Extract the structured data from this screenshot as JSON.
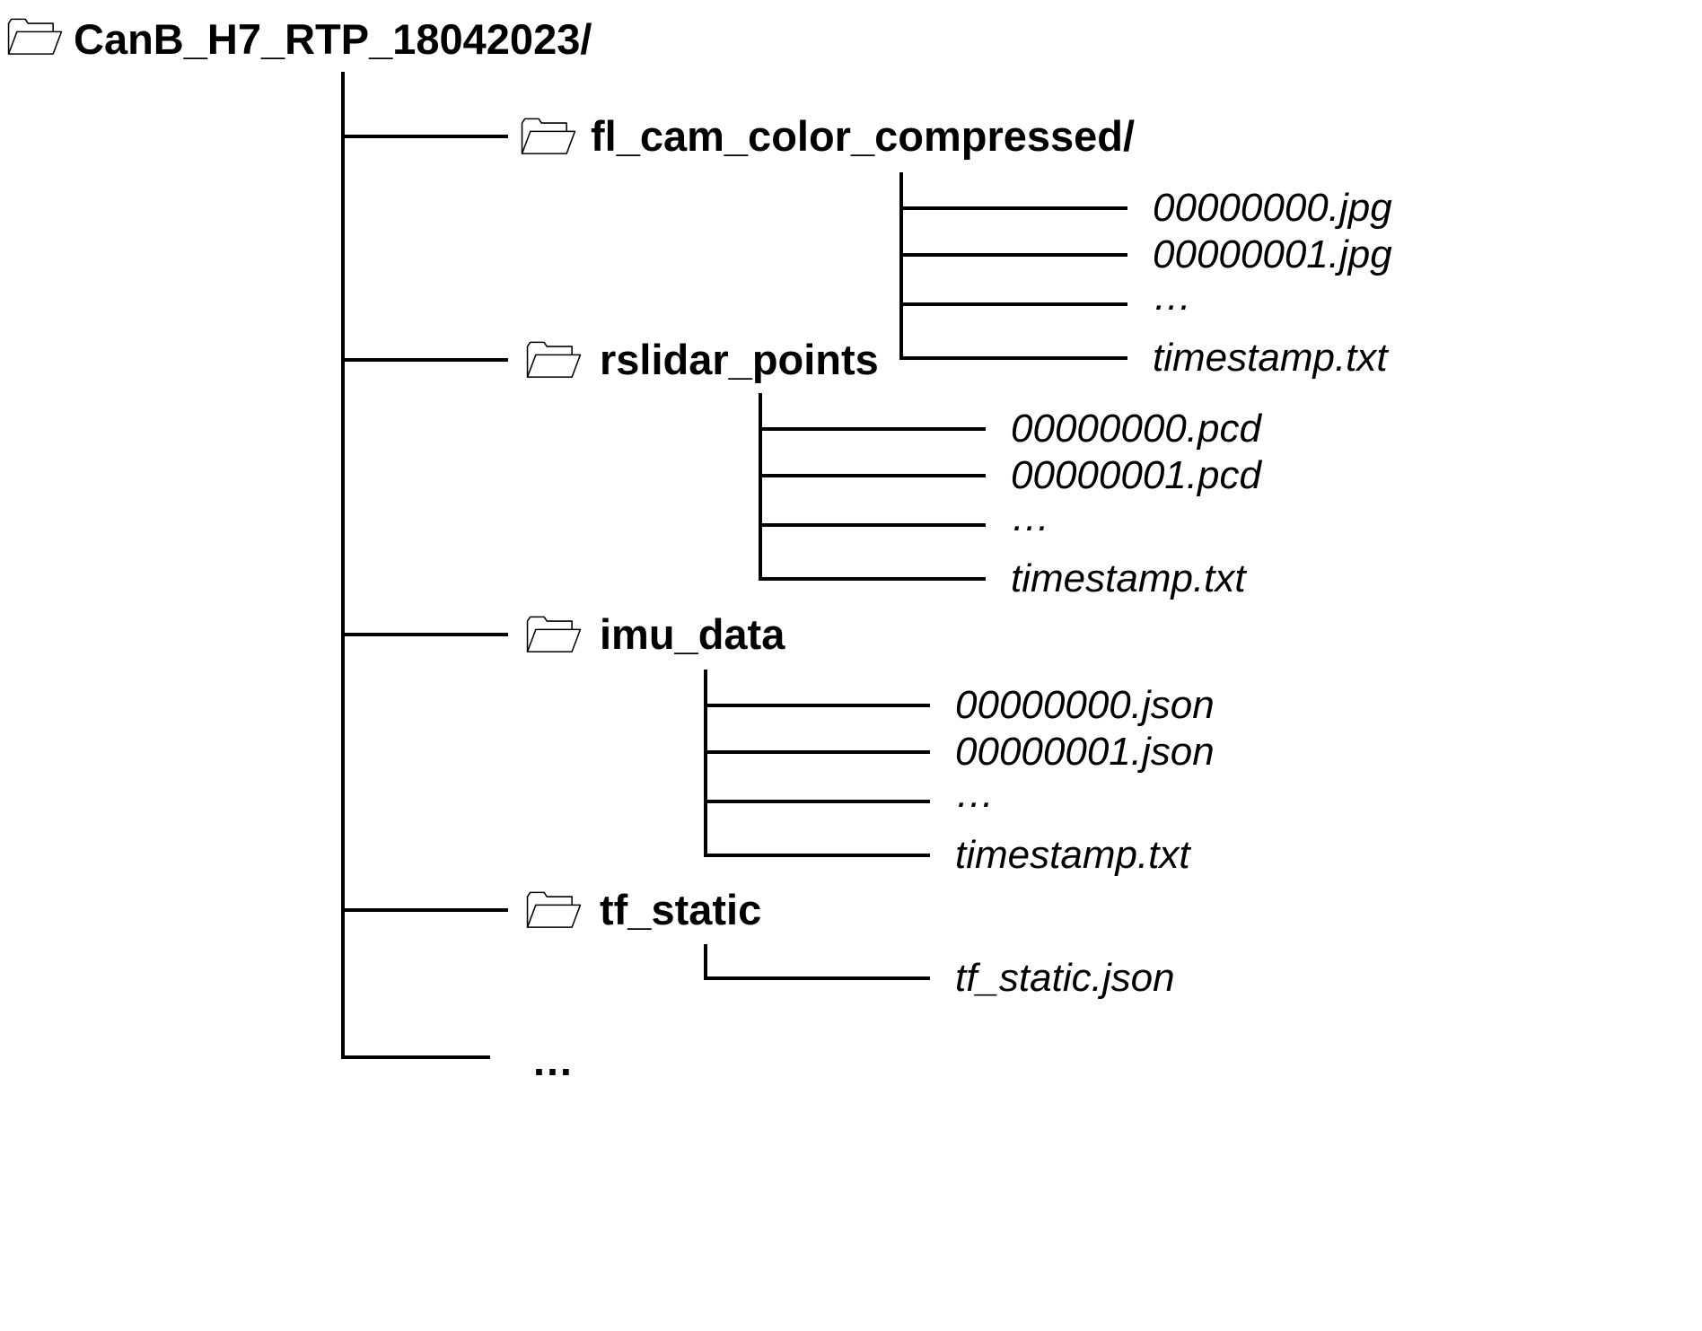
{
  "root": {
    "name": "CanB_H7_RTP_18042023/",
    "icon": "folder-open-icon"
  },
  "directories": [
    {
      "name": "fl_cam_color_compressed/",
      "icon": "folder-open-icon",
      "files": [
        "00000000.jpg",
        "00000001.jpg",
        "…",
        "timestamp.txt"
      ]
    },
    {
      "name": "rslidar_points",
      "icon": "folder-open-icon",
      "files": [
        "00000000.pcd",
        "00000001.pcd",
        "…",
        "timestamp.txt"
      ]
    },
    {
      "name": "imu_data",
      "icon": "folder-open-icon",
      "files": [
        "00000000.json",
        "00000001.json",
        "…",
        "timestamp.txt"
      ]
    },
    {
      "name": "tf_static",
      "icon": "folder-open-icon",
      "files": [
        "tf_static.json"
      ]
    }
  ],
  "more": "…"
}
